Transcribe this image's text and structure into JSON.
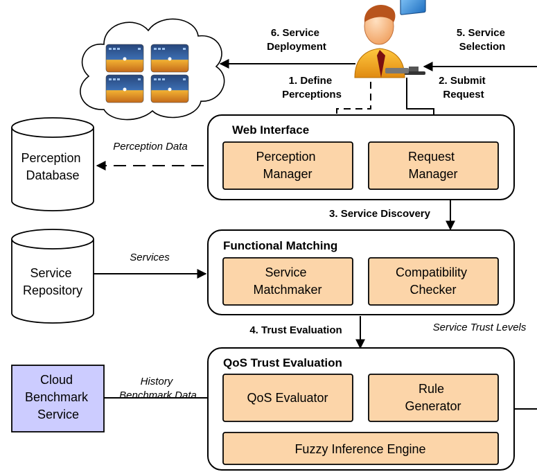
{
  "colors": {
    "component_fill": "#fcd5a9",
    "component_stroke": "#000000",
    "external_service_fill": "#ccccff",
    "line": "#000000"
  },
  "icons": {
    "cloud": "cloud-icon",
    "user": "user-at-computer-icon",
    "cloud_thumbnails": "desktop-thumbnail-icon"
  },
  "flow_labels": {
    "service_deployment": [
      "6. Service",
      "Deployment"
    ],
    "define_perceptions": [
      "1. Define",
      "Perceptions"
    ],
    "service_selection": [
      "5. Service",
      "Selection"
    ],
    "submit_request": [
      "2. Submit",
      "Request"
    ],
    "service_discovery": "3. Service Discovery",
    "trust_evaluation": "4. Trust Evaluation"
  },
  "data_labels": {
    "perception_data": "Perception Data",
    "services": "Services",
    "history": [
      "History",
      "Benchmark Data"
    ],
    "service_trust_levels": "Service Trust Levels"
  },
  "databases": {
    "perception": [
      "Perception",
      "Database"
    ],
    "repository": [
      "Service",
      "Repository"
    ]
  },
  "external": {
    "cloud_benchmark": [
      "Cloud",
      "Benchmark",
      "Service"
    ]
  },
  "web_interface": {
    "title": "Web Interface",
    "perception_manager": [
      "Perception",
      "Manager"
    ],
    "request_manager": [
      "Request",
      "Manager"
    ]
  },
  "functional_matching": {
    "title": "Functional Matching",
    "service_matchmaker": [
      "Service",
      "Matchmaker"
    ],
    "compatibility_checker": [
      "Compatibility",
      "Checker"
    ]
  },
  "qos_trust": {
    "title": "QoS Trust Evaluation",
    "qos_evaluator": "QoS Evaluator",
    "rule_generator": [
      "Rule",
      "Generator"
    ],
    "fuzzy_engine": "Fuzzy Inference Engine"
  }
}
